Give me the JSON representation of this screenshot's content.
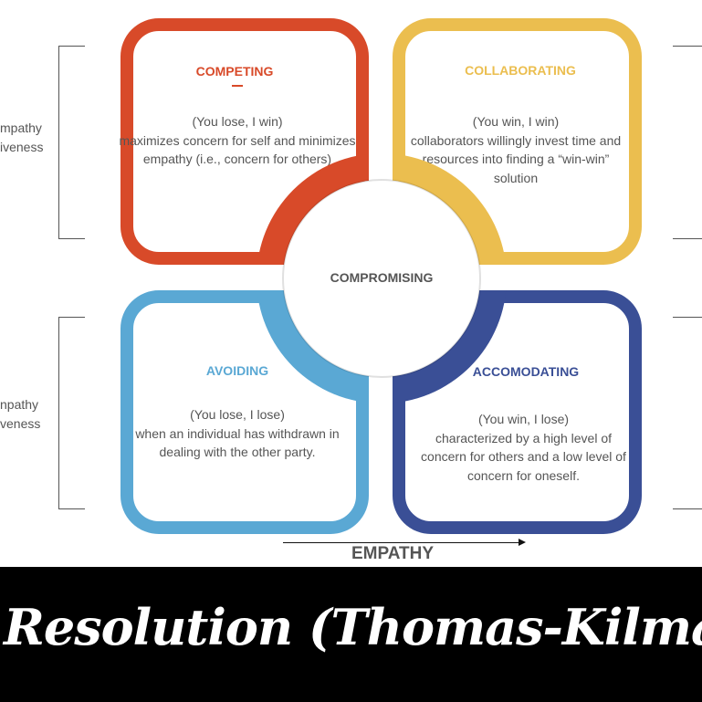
{
  "quadrants": {
    "competing": {
      "title": "COMPETING",
      "description": "(You lose, I win)\nmaximizes concern for self and minimizes empathy (i.e., concern for others)",
      "color": "#D84A29"
    },
    "collaborating": {
      "title": "COLLABORATING",
      "description": "(You win, I win)\ncollaborators willingly invest time and resources into finding a “win-win” solution",
      "color": "#EBBE4F"
    },
    "avoiding": {
      "title": "AVOIDING",
      "description": "(You lose, I lose)\nwhen an individual has withdrawn in dealing with the other party.",
      "color": "#5AA8D4"
    },
    "accomodating": {
      "title": "ACCOMODATING",
      "description": "(You win, I lose)\ncharacterized by a high level of concern for others and a low level of concern for oneself.",
      "color": "#3A4F96"
    }
  },
  "center": {
    "label": "COMPROMISING"
  },
  "side_labels": {
    "top": [
      "mpathy",
      "iveness"
    ],
    "bottom": [
      "npathy",
      "veness"
    ]
  },
  "axis": {
    "x_label": "EMPATHY"
  },
  "banner": {
    "title": "Resolution (Thomas-Kilmann"
  }
}
